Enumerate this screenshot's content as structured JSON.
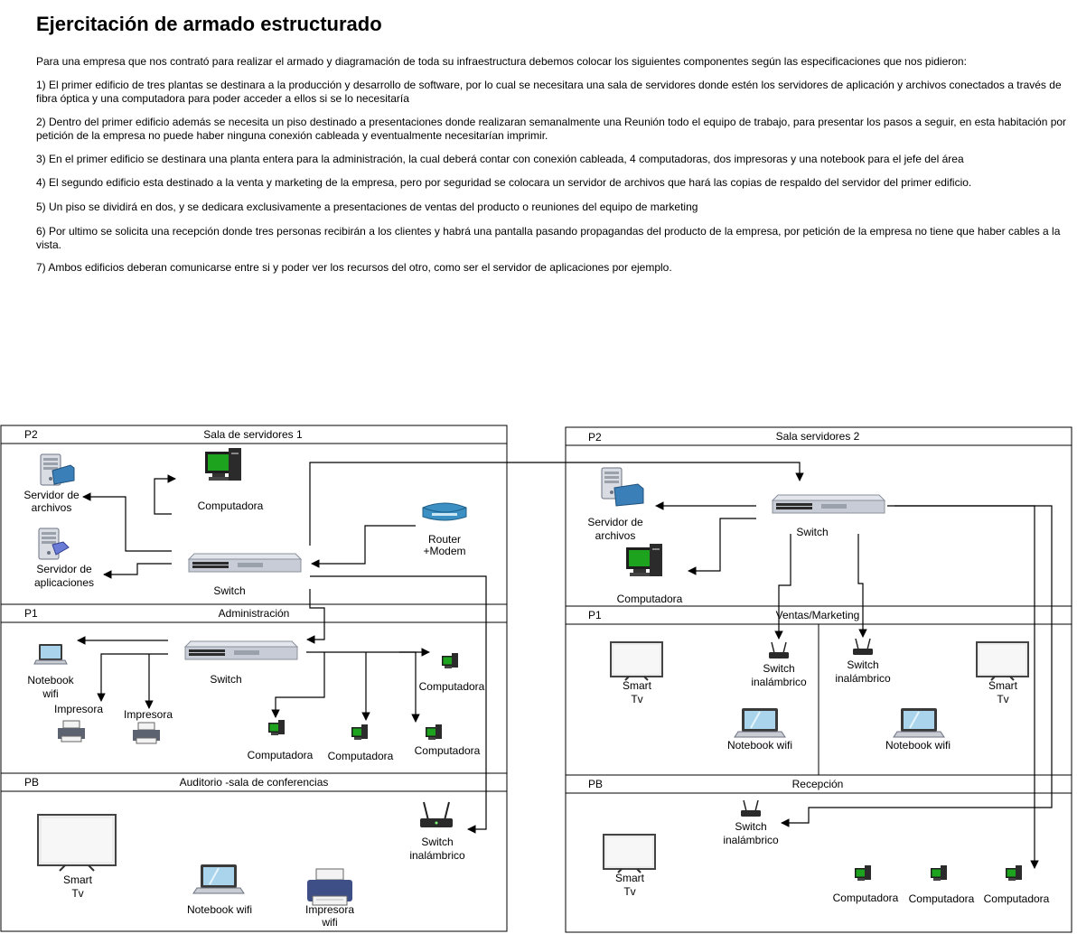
{
  "title": "Ejercitación de armado estructurado",
  "paragraphs": [
    "Para una empresa que  nos contrató para realizar el armado y diagramación de toda su infraestructura debemos colocar los siguientes componentes según las especificaciones que nos pidieron:",
    "1) El primer edificio de tres plantas se destinara a la producción y desarrollo de software, por lo cual se necesitara una sala de servidores donde estén los servidores de aplicación y archivos conectados a través de fibra óptica y una computadora para poder acceder a ellos si se lo necesitaría",
    "2) Dentro del primer edificio además se necesita un piso destinado a presentaciones donde realizaran semanalmente una Reunión todo el equipo de trabajo, para presentar los pasos a seguir, en esta habitación por petición de la empresa no puede haber ninguna conexión cableada y eventualmente necesitarían imprimir.",
    "3) En el primer edificio se destinara una planta entera para la administración, la cual deberá contar con conexión cableada, 4 computadoras, dos impresoras y una notebook para el jefe del área",
    "4) El segundo edificio esta destinado a la venta y marketing de la empresa, pero por seguridad se colocara un servidor de archivos que hará las copias de respaldo del servidor del primer edificio.",
    "5) Un piso se dividirá en dos, y se dedicara exclusivamente a presentaciones de ventas del producto o reuniones del equipo de marketing",
    "6) Por ultimo se solicita una recepción donde tres personas recibirán a los clientes y habrá una pantalla pasando propagandas del producto de la empresa, por petición de la empresa no tiene que haber cables a la vista.",
    "7) Ambos edificios deberan comunicarse entre si y poder ver los recursos del otro, como ser el servidor de aplicaciones por ejemplo."
  ],
  "building1": {
    "p2": {
      "floor": "P2",
      "name": "Sala de servidores 1",
      "labels": {
        "file_server": [
          "Servidor de",
          "archivos"
        ],
        "app_server": [
          "Servidor de",
          "aplicaciones"
        ],
        "computer": "Computadora",
        "switch": "Switch",
        "router": [
          "Router",
          "+Modem"
        ]
      }
    },
    "p1": {
      "floor": "P1",
      "name": "Administración",
      "labels": {
        "notebook": [
          "Notebook",
          "wifi"
        ],
        "printer1": "Impresora",
        "printer2": "Impresora",
        "switch": "Switch",
        "pc1": "Computadora",
        "pc2": "Computadora",
        "pc3": "Computadora",
        "pc4": "Computadora"
      }
    },
    "pb": {
      "floor": "PB",
      "name": "Auditorio -sala de conferencias",
      "labels": {
        "tv": [
          "Smart",
          "Tv"
        ],
        "notebook": "Notebook wifi",
        "printer": [
          "Impresora",
          "wifi"
        ],
        "wswitch": [
          "Switch",
          "inalámbrico"
        ]
      }
    }
  },
  "building2": {
    "p2": {
      "floor": "P2",
      "name": "Sala servidores 2",
      "labels": {
        "file_server": [
          "Servidor de",
          "archivos"
        ],
        "computer": "Computadora",
        "switch": "Switch"
      }
    },
    "p1": {
      "floor": "P1",
      "name": "Ventas/Marketing",
      "labels": {
        "wswitch1": [
          "Switch",
          "inalámbrico"
        ],
        "wswitch2": [
          "Switch",
          "inalámbrico"
        ],
        "tv1": [
          "Smart",
          "Tv"
        ],
        "tv2": [
          "Smart",
          "Tv"
        ],
        "notebook1": "Notebook wifi",
        "notebook2": "Notebook wifi"
      }
    },
    "pb": {
      "floor": "PB",
      "name": "Recepción",
      "labels": {
        "wswitch": [
          "Switch",
          "inalámbrico"
        ],
        "tv": [
          "Smart",
          "Tv"
        ],
        "pc1": "Computadora",
        "pc2": "Computadora",
        "pc3": "Computadora"
      }
    }
  },
  "colors": {
    "monitor_green": "#1ea31e",
    "switch_body": "#c8ccd6",
    "router_blue": "#2e7fb0",
    "line": "#000000"
  }
}
